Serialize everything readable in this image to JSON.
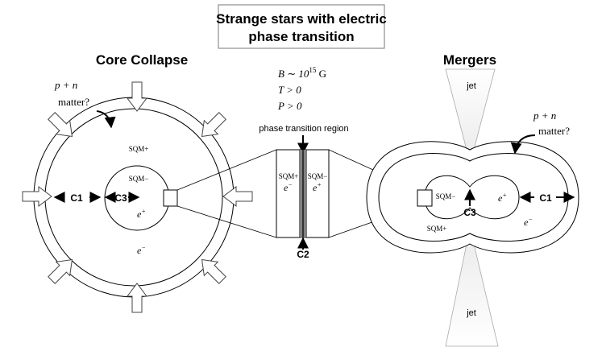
{
  "title": {
    "line1": "Strange stars with electric",
    "line2": "phase transition"
  },
  "left_heading": "Core Collapse",
  "right_heading": "Mergers",
  "conditions": {
    "b_prefix": "B ∼ 10",
    "b_exp": "15",
    "b_suffix": " G",
    "t": "T > 0",
    "p": "P > 0"
  },
  "left_diagram": {
    "pn_label": "p + n",
    "matter_label": "matter?",
    "sqm_plus": "SQM+",
    "sqm_minus": "SQM−",
    "e_plus_base": "e",
    "e_plus_sup": "+",
    "e_minus_base": "e",
    "e_minus_sup": "−",
    "c1": "C1",
    "c3": "C3"
  },
  "middle_diagram": {
    "region_label": "phase transition region",
    "left_sqm": "SQM+",
    "right_sqm": "SQM−",
    "left_e_base": "e",
    "left_e_sup": "−",
    "right_e_base": "e",
    "right_e_sup": "+",
    "c2": "C2"
  },
  "right_diagram": {
    "jet_top": "jet",
    "jet_bottom": "jet",
    "pn_label": "p + n",
    "matter_label": "matter?",
    "sqm_minus": "SQM−",
    "sqm_plus": "SQM+",
    "e_plus_base": "e",
    "e_plus_sup": "+",
    "e_minus_base": "e",
    "e_minus_sup": "−",
    "c1": "C1",
    "c3": "C3"
  }
}
